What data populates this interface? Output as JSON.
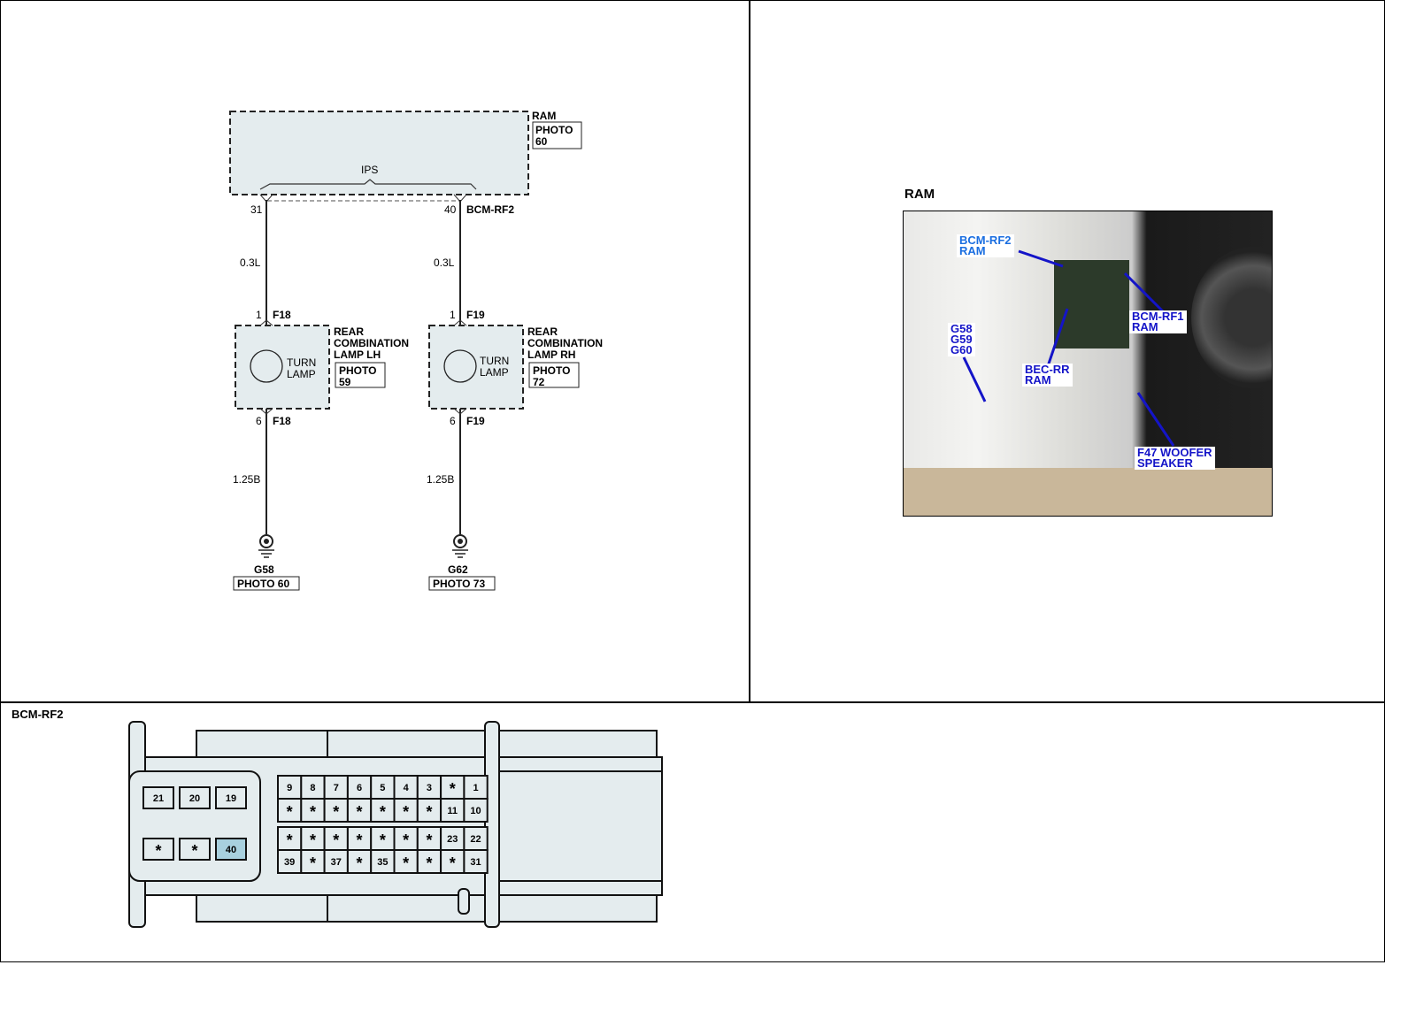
{
  "schematic": {
    "module_name": "RAM",
    "module_photo": [
      "PHOTO",
      "60"
    ],
    "ips_label": "IPS",
    "connector_name": "BCM-RF2",
    "circuits": [
      {
        "pin_top": "31",
        "wire_top": "0.3L",
        "lamp_pin_in": "1",
        "lamp_conn_in": "F18",
        "lamp_name": [
          "REAR",
          "COMBINATION",
          "LAMP LH"
        ],
        "lamp_label": [
          "TURN",
          "LAMP"
        ],
        "lamp_photo": [
          "PHOTO",
          "59"
        ],
        "lamp_pin_out": "6",
        "lamp_conn_out": "F18",
        "wire_bottom": "1.25B",
        "ground": "G58",
        "ground_photo": "PHOTO 60"
      },
      {
        "pin_top": "40",
        "wire_top": "0.3L",
        "lamp_pin_in": "1",
        "lamp_conn_in": "F19",
        "lamp_name": [
          "REAR",
          "COMBINATION",
          "LAMP RH"
        ],
        "lamp_label": [
          "TURN",
          "LAMP"
        ],
        "lamp_photo": [
          "PHOTO",
          "72"
        ],
        "lamp_pin_out": "6",
        "lamp_conn_out": "F19",
        "wire_bottom": "1.25B",
        "ground": "G62",
        "ground_photo": "PHOTO 73"
      }
    ]
  },
  "photo": {
    "title": "RAM",
    "labels": [
      "BCM-RF2\nRAM",
      "BCM-RF1\nRAM",
      "G58\nG59\nG60",
      "BEC-RR\nRAM",
      "F47 WOOFER\nSPEAKER"
    ]
  },
  "connector": {
    "title": "BCM-RF2",
    "highlight_color": "#a8d0de",
    "highlighted_pin": "40",
    "left_rows": [
      [
        "21",
        "20",
        "19"
      ],
      [
        "*",
        "*",
        "40"
      ]
    ],
    "top_block": [
      [
        "9",
        "8",
        "7",
        "6",
        "5",
        "4",
        "3",
        "*",
        "1"
      ],
      [
        "*",
        "*",
        "*",
        "*",
        "*",
        "*",
        "*",
        "11",
        "10"
      ]
    ],
    "bottom_block": [
      [
        "*",
        "*",
        "*",
        "*",
        "*",
        "*",
        "*",
        "23",
        "22"
      ],
      [
        "39",
        "*",
        "37",
        "*",
        "35",
        "*",
        "*",
        "*",
        "31"
      ]
    ]
  }
}
